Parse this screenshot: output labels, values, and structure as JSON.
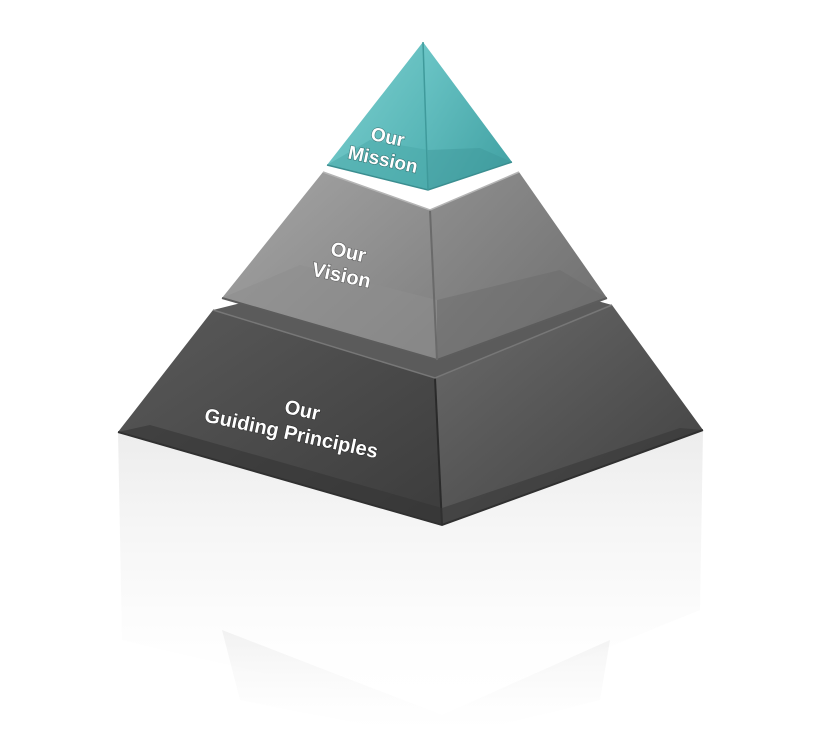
{
  "pyramid": {
    "tiers": [
      {
        "id": "mission",
        "lines": [
          "Our",
          "Mission"
        ],
        "color": "#5fbcbd"
      },
      {
        "id": "vision",
        "lines": [
          "Our",
          "Vision"
        ],
        "color": "#8a8a8a"
      },
      {
        "id": "principles",
        "lines": [
          "Our",
          "Guiding Principles"
        ],
        "color": "#4a4a4a"
      }
    ]
  }
}
